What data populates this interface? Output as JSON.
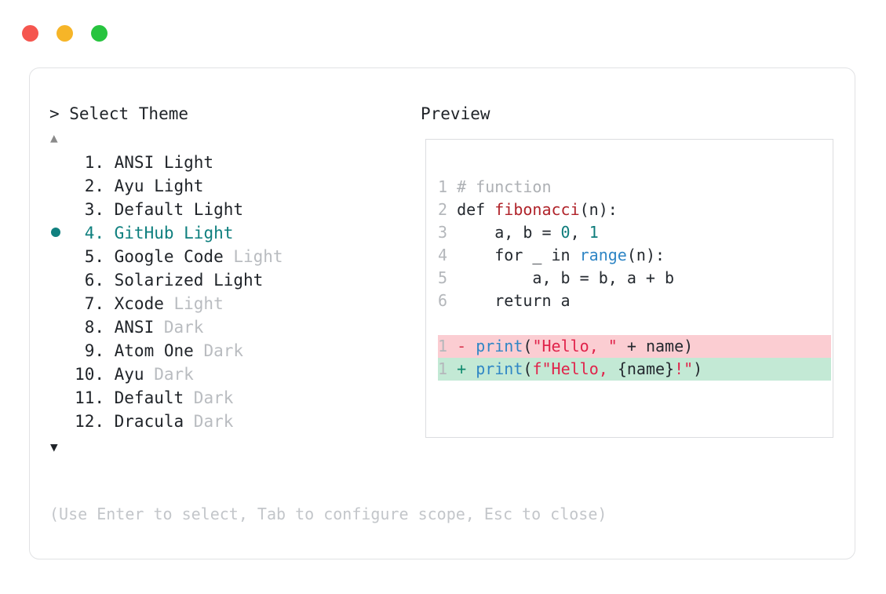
{
  "window": {
    "traffic_lights": [
      {
        "name": "close",
        "color": "#f5564f"
      },
      {
        "name": "minimize",
        "color": "#f6b528"
      },
      {
        "name": "maximize",
        "color": "#27c43f"
      }
    ]
  },
  "left_panel": {
    "title": "> Select Theme",
    "scroll_up_icon": "▲",
    "scroll_down_icon": "▼",
    "selected_index": 4,
    "selected_color": "#10807f",
    "bullet_icon": "●",
    "items": [
      {
        "index": " 1.",
        "name": "ANSI",
        "variant": " Light",
        "variant_muted": false,
        "selected": false
      },
      {
        "index": " 2.",
        "name": "Ayu",
        "variant": " Light",
        "variant_muted": false,
        "selected": false
      },
      {
        "index": " 3.",
        "name": "Default",
        "variant": " Light",
        "variant_muted": false,
        "selected": false
      },
      {
        "index": " 4.",
        "name": "GitHub",
        "variant": " Light",
        "variant_muted": false,
        "selected": true
      },
      {
        "index": " 5.",
        "name": "Google Code",
        "variant": " Light",
        "variant_muted": true,
        "selected": false
      },
      {
        "index": " 6.",
        "name": "Solarized",
        "variant": " Light",
        "variant_muted": false,
        "selected": false
      },
      {
        "index": " 7.",
        "name": "Xcode",
        "variant": " Light",
        "variant_muted": true,
        "selected": false
      },
      {
        "index": " 8.",
        "name": "ANSI",
        "variant": " Dark",
        "variant_muted": true,
        "selected": false
      },
      {
        "index": " 9.",
        "name": "Atom One",
        "variant": " Dark",
        "variant_muted": true,
        "selected": false
      },
      {
        "index": "10.",
        "name": "Ayu",
        "variant": " Dark",
        "variant_muted": true,
        "selected": false
      },
      {
        "index": "11.",
        "name": "Default",
        "variant": " Dark",
        "variant_muted": true,
        "selected": false
      },
      {
        "index": "12.",
        "name": "Dracula",
        "variant": " Dark",
        "variant_muted": true,
        "selected": false
      }
    ],
    "hint": "(Use Enter to select, Tab to configure scope, Esc to close)"
  },
  "right_panel": {
    "title": "Preview",
    "code": {
      "lines": [
        {
          "num": "1",
          "tokens": [
            {
              "t": "# function",
              "c": "comment"
            }
          ]
        },
        {
          "num": "2",
          "tokens": [
            {
              "t": "def ",
              "c": "kw"
            },
            {
              "t": "fibonacci",
              "c": "fn"
            },
            {
              "t": "(n):",
              "c": "plain"
            }
          ]
        },
        {
          "num": "3",
          "tokens": [
            {
              "t": "    a, b = ",
              "c": "plain"
            },
            {
              "t": "0",
              "c": "num"
            },
            {
              "t": ", ",
              "c": "plain"
            },
            {
              "t": "1",
              "c": "num"
            }
          ]
        },
        {
          "num": "4",
          "tokens": [
            {
              "t": "    for _ in ",
              "c": "plain"
            },
            {
              "t": "range",
              "c": "builtin"
            },
            {
              "t": "(n):",
              "c": "plain"
            }
          ]
        },
        {
          "num": "5",
          "tokens": [
            {
              "t": "        a, b = b, a + b",
              "c": "plain"
            }
          ]
        },
        {
          "num": "6",
          "tokens": [
            {
              "t": "    return a",
              "c": "plain"
            }
          ]
        }
      ],
      "diff": [
        {
          "num": "1",
          "marker": "-",
          "kind": "del",
          "bg": "#fbcdd2",
          "tokens": [
            {
              "t": "print",
              "c": "call"
            },
            {
              "t": "(",
              "c": "plain"
            },
            {
              "t": "\"Hello, \"",
              "c": "str"
            },
            {
              "t": " + name)",
              "c": "plain"
            }
          ]
        },
        {
          "num": "1",
          "marker": "+",
          "kind": "add",
          "bg": "#c3e9d5",
          "tokens": [
            {
              "t": "print",
              "c": "call"
            },
            {
              "t": "(",
              "c": "plain"
            },
            {
              "t": "f\"Hello, ",
              "c": "str"
            },
            {
              "t": "{name}",
              "c": "plain"
            },
            {
              "t": "!\"",
              "c": "str"
            },
            {
              "t": ")",
              "c": "plain"
            }
          ]
        }
      ]
    }
  },
  "palette": {
    "accent_teal": "#10807f",
    "comment": "#adb0b4",
    "function_red": "#b0232a",
    "string_red": "#e0234a",
    "builtin_blue": "#2f86c5",
    "number_teal": "#0e7c7b",
    "diff_del_bg": "#fbcdd2",
    "diff_add_bg": "#c3e9d5",
    "muted_text": "#b9bcc0",
    "border": "#e1e2e4"
  }
}
